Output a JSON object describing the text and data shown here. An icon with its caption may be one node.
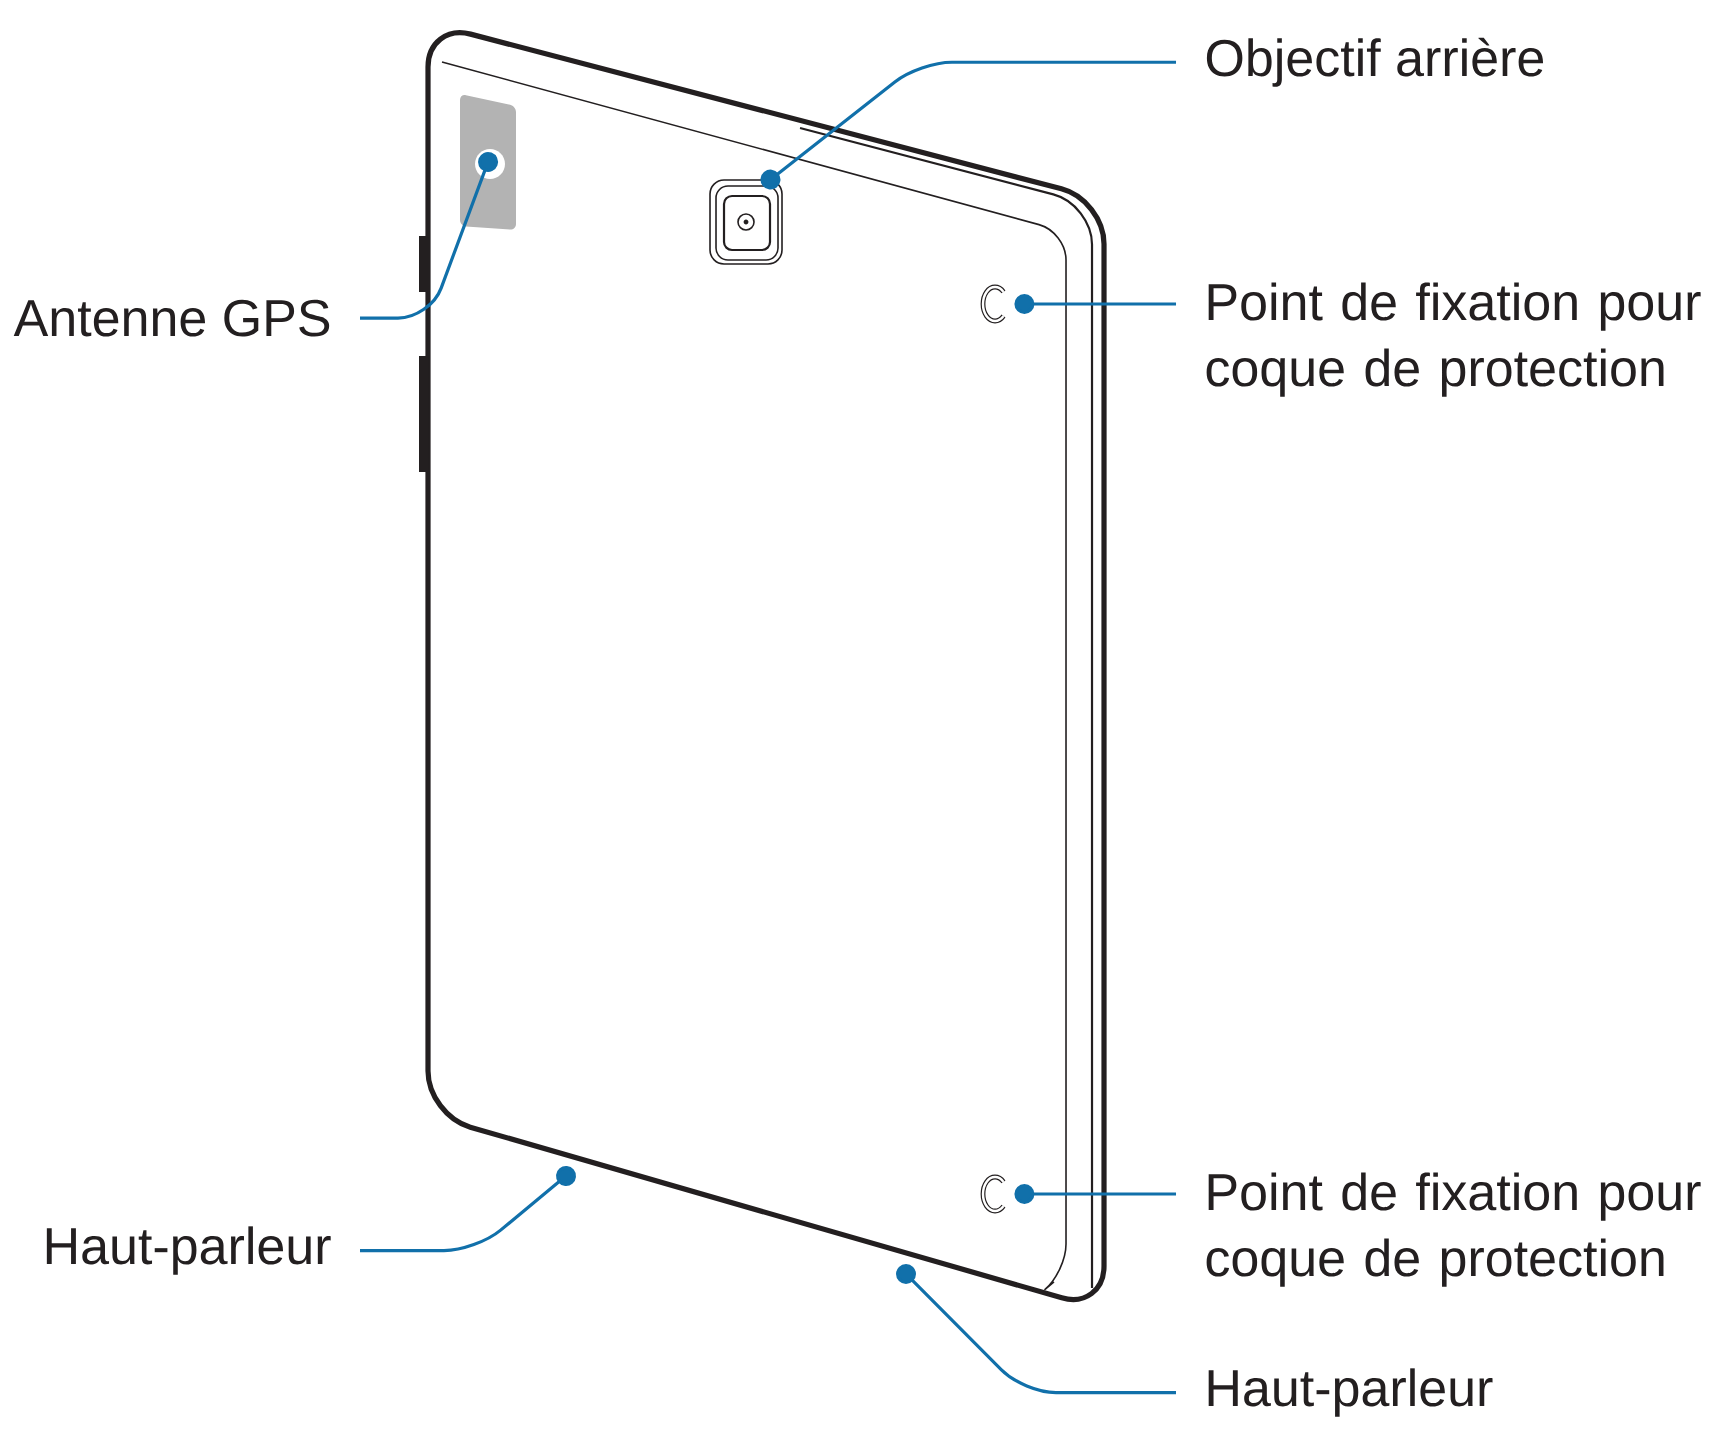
{
  "diagram": {
    "nodes": [
      {
        "text": [
          "Objectif arrière"
        ]
      },
      {
        "text": [],
        "shape": "picture"
      },
      {
        "text": [
          "Antenne GPS"
        ]
      },
      {
        "text": [],
        "shape": "box"
      },
      {
        "text": [
          "Point de fixation pour coque de protection"
        ]
      },
      {
        "text": [],
        "shape": "picture"
      },
      {
        "text": [
          "Point de fixation pour coque de protection"
        ]
      },
      {
        "text": [],
        "shape": "picture"
      },
      {
        "text": [
          "Haut-parleur"
        ]
      },
      {
        "text": [
          "Haut-parleur"
        ]
      }
    ],
    "edges": [
      {
        "from": 0,
        "to": 1,
        "arrow": "other"
      },
      {
        "from": 2,
        "to": 3,
        "arrow": "other"
      },
      {
        "from": 4,
        "to": 5,
        "arrow": "other"
      },
      {
        "from": 6,
        "to": 7,
        "arrow": "other"
      },
      {
        "from": 8,
        "to": null,
        "arrow": "other"
      },
      {
        "from": 9,
        "to": null,
        "arrow": "other"
      }
    ]
  }
}
